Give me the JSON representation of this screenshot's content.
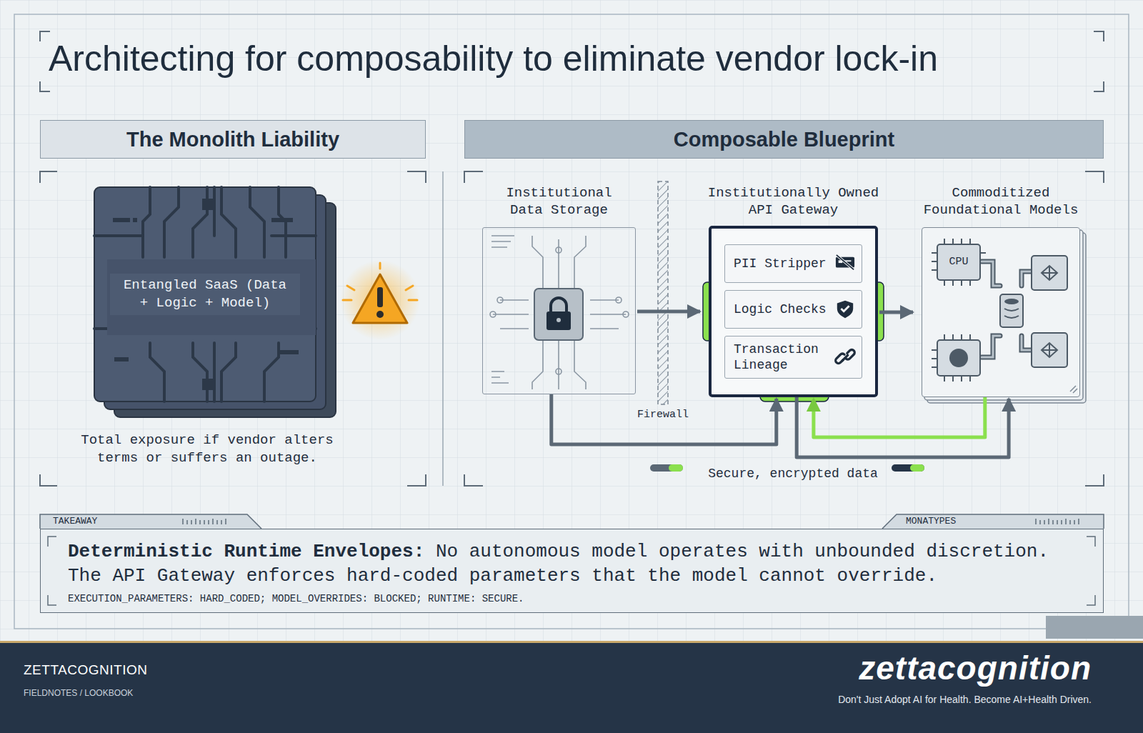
{
  "diagram": {
    "title": "Architecting for composability to eliminate vendor lock-in",
    "nodes": [
      {
        "text": [
          "The Monolith Liability"
        ]
      },
      {
        "text": [
          "Composable Blueprint"
        ]
      },
      {
        "text": [
          "Entangled SaaS (Data + Logic + Model)"
        ]
      },
      {
        "text": [
          "Institutional Data Storage"
        ]
      },
      {
        "text": [
          "Institutionally Owned API Gateway"
        ]
      },
      {
        "text": [
          "PII Stripper"
        ],
        "in": 4
      },
      {
        "text": [
          "Logic Checks"
        ],
        "in": 4
      },
      {
        "text": [
          "Transaction Lineage"
        ],
        "in": 4
      },
      {
        "text": [
          "Commoditized Foundational Models"
        ]
      },
      {
        "text": [
          "Deterministic Runtime Envelopes:",
          "No autonomous model operates with unbounded discretion. The API Gateway enforces hard-coded parameters that the model cannot override.",
          "EXECUTION_PARAMETERS: HARD_CODED; MODEL_OVERRIDES: BLOCKED; RUNTIME: SECURE."
        ]
      },
      {
        "text": [
          "ZETTACOGNITION",
          "FIELDNOTES / LOOKBOOK",
          "zettacognition",
          "Don't Just Adopt AI for Health. Become AI+Health Driven."
        ]
      }
    ],
    "edges": [
      {
        "from": 3,
        "to": 4,
        "arrow": "to"
      },
      {
        "from": 4,
        "to": 8,
        "arrow": "to"
      },
      {
        "from": 3,
        "to": 4,
        "arrow": "to"
      },
      {
        "from": 8,
        "to": 4,
        "arrow": "to"
      },
      {
        "from": 4,
        "to": 8,
        "arrow": "to"
      }
    ],
    "labels": [
      "Total exposure if vendor alters terms or suffers an outage.",
      "Firewall",
      "Secure, encrypted data",
      "CPU",
      "TAKEAWAY",
      "MONATYPES"
    ]
  }
}
